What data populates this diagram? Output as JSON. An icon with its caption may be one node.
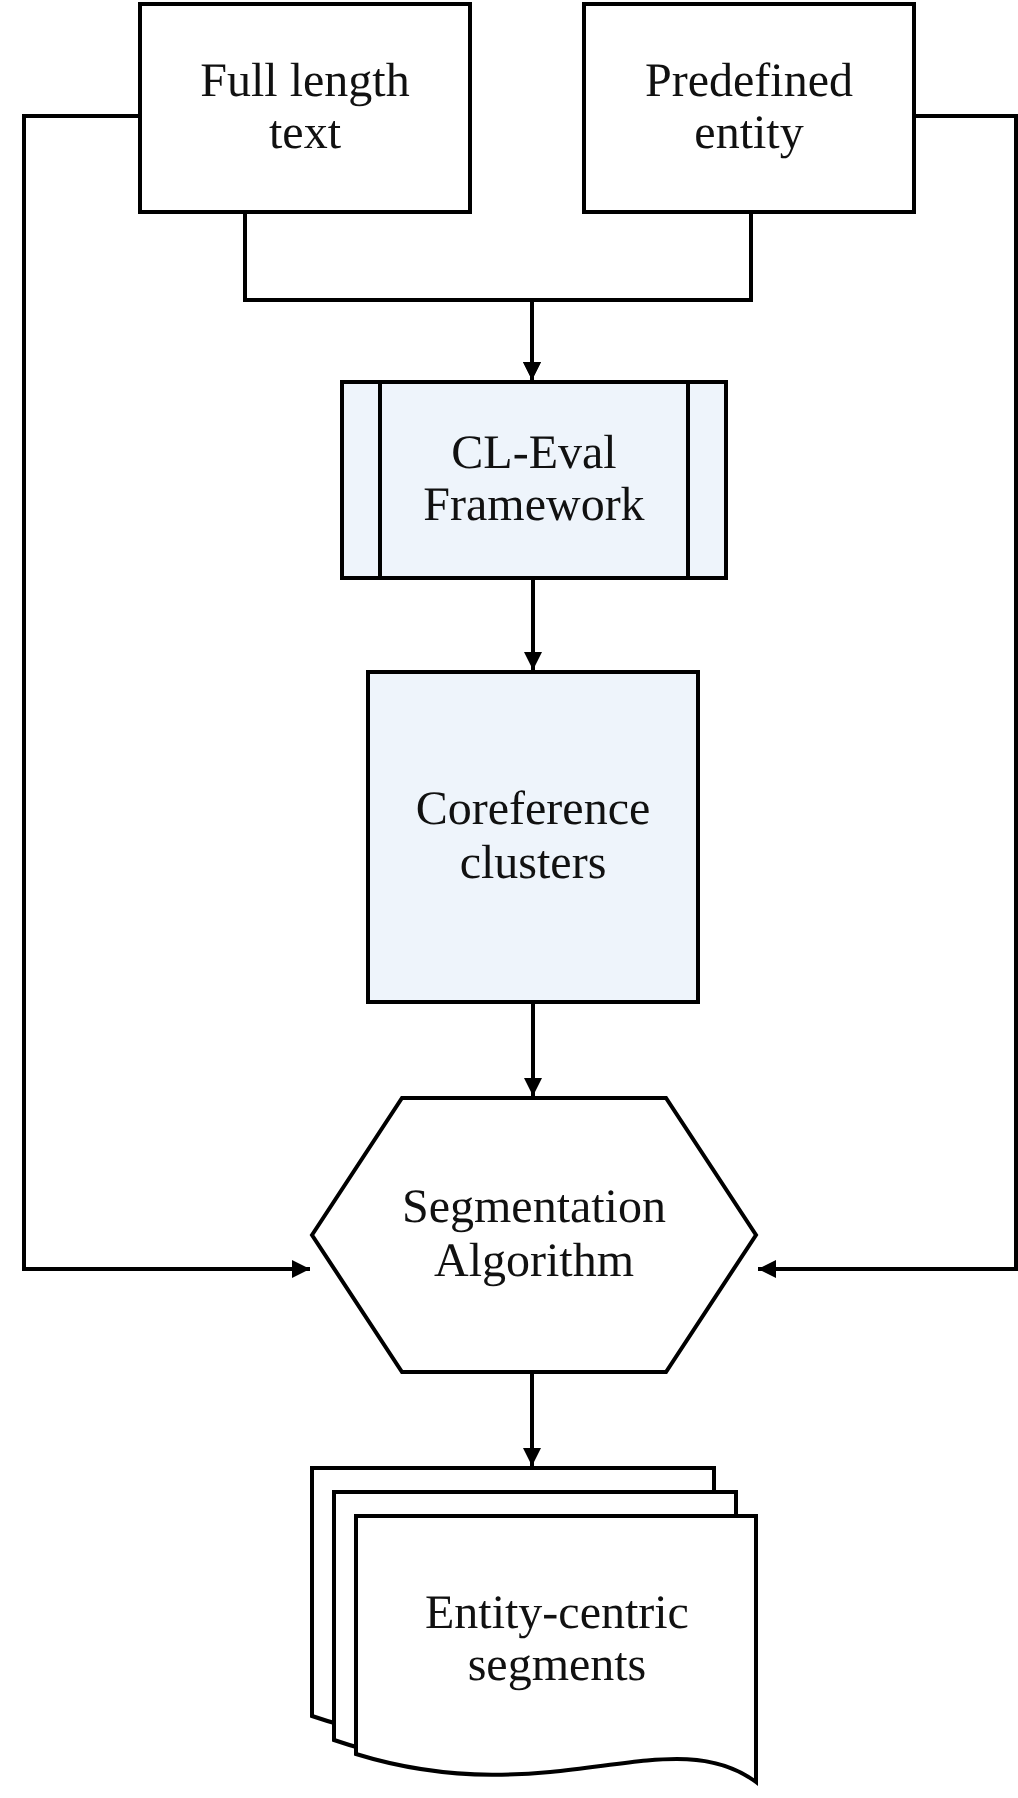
{
  "diagram": {
    "nodes": [
      {
        "text": [
          "Full length text"
        ]
      },
      {
        "text": [
          "Predefined entity"
        ]
      },
      {
        "text": [
          "CL-Eval Framework"
        ]
      },
      {
        "text": [
          "Coreference clusters"
        ]
      },
      {
        "text": [
          "Segmentation Algorithm"
        ]
      },
      {
        "text": [
          "Entity-centric segments"
        ]
      }
    ],
    "edges": [
      {
        "from": 0,
        "to": 2,
        "arrow": "to"
      },
      {
        "from": 1,
        "to": 2,
        "arrow": "to"
      },
      {
        "from": 2,
        "to": 3,
        "arrow": "to"
      },
      {
        "from": 3,
        "to": 4,
        "arrow": "to"
      },
      {
        "from": 4,
        "to": 5,
        "arrow": "to"
      },
      {
        "from": 0,
        "to": 4,
        "arrow": "to"
      },
      {
        "from": 1,
        "to": 4,
        "arrow": "to"
      }
    ]
  }
}
